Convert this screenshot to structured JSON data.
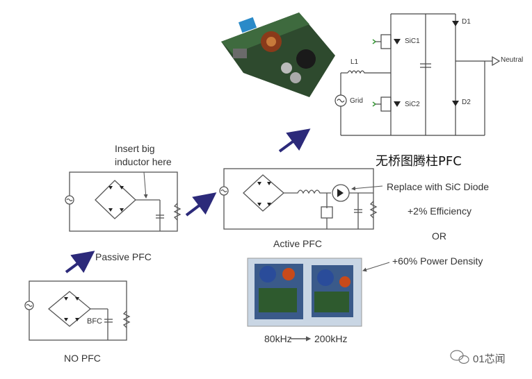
{
  "labels": {
    "no_pfc": "NO PFC",
    "passive_pfc": "Passive PFC",
    "active_pfc": "Active PFC",
    "insert_note": "Insert big\ninductor here",
    "replace_note": "Replace with SiC Diode",
    "efficiency": "+2% Efficiency",
    "or": "OR",
    "density": "+60% Power Density",
    "freq_from": "80kHz",
    "freq_to": "200kHz",
    "bfc": "BFC",
    "bridgeless_title": "无桥图腾柱PFC",
    "l1": "L1",
    "grid": "Grid",
    "sic1": "SiC1",
    "sic2": "SiC2",
    "d1": "D1",
    "d2": "D2",
    "neutral": "Neutral",
    "watermark": "01芯闻"
  },
  "colors": {
    "arrow": "#2c2a7a",
    "wire": "#555555",
    "diode_fill": "#222222",
    "pcb_green": "#2e5a2e",
    "cap_blue": "#2a4c9a"
  },
  "icons": [
    "ac-source-icon",
    "diode-bridge-icon",
    "inductor-icon",
    "capacitor-icon",
    "resistor-icon",
    "mosfet-icon",
    "diode-icon",
    "wechat-icon"
  ]
}
